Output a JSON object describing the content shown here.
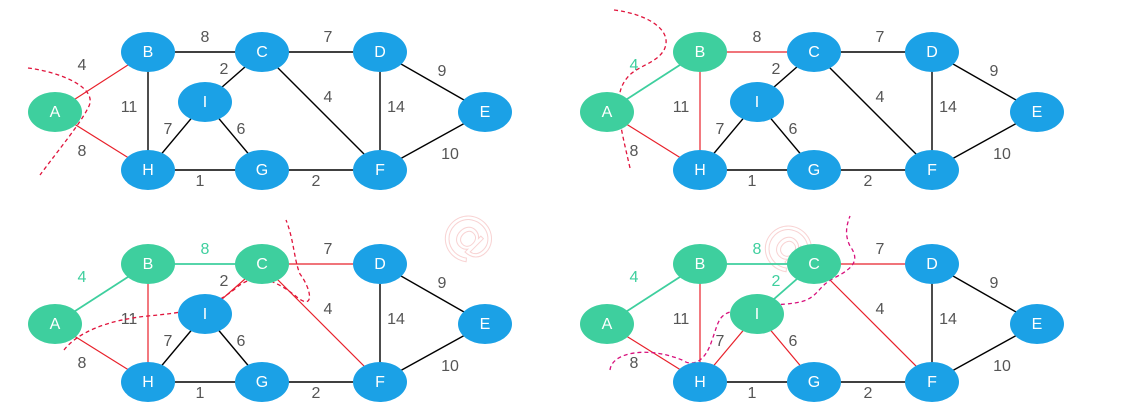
{
  "colors": {
    "blue": "#1ba1e6",
    "green": "#3ecf9e",
    "black": "#000000",
    "red": "#e8202a",
    "tree_green": "#3ecf9e",
    "cut_red": "#e0143c",
    "cut_pink": "#d8107c",
    "label_grey": "#555555"
  },
  "node_labels": {
    "A": "A",
    "B": "B",
    "C": "C",
    "D": "D",
    "E": "E",
    "F": "F",
    "G": "G",
    "H": "H",
    "I": "I"
  },
  "edges": [
    {
      "id": "AB",
      "from": "A",
      "to": "B",
      "weight": "4"
    },
    {
      "id": "AH",
      "from": "A",
      "to": "H",
      "weight": "8"
    },
    {
      "id": "BC",
      "from": "B",
      "to": "C",
      "weight": "8"
    },
    {
      "id": "BH",
      "from": "B",
      "to": "H",
      "weight": "11"
    },
    {
      "id": "CD",
      "from": "C",
      "to": "D",
      "weight": "7"
    },
    {
      "id": "CI",
      "from": "C",
      "to": "I",
      "weight": "2"
    },
    {
      "id": "CF",
      "from": "C",
      "to": "F",
      "weight": "4"
    },
    {
      "id": "DE",
      "from": "D",
      "to": "E",
      "weight": "9"
    },
    {
      "id": "DF",
      "from": "D",
      "to": "F",
      "weight": "14"
    },
    {
      "id": "EF",
      "from": "E",
      "to": "F",
      "weight": "10"
    },
    {
      "id": "FG",
      "from": "F",
      "to": "G",
      "weight": "2"
    },
    {
      "id": "GH",
      "from": "G",
      "to": "H",
      "weight": "1"
    },
    {
      "id": "GI",
      "from": "G",
      "to": "I",
      "weight": "6"
    },
    {
      "id": "HI",
      "from": "H",
      "to": "I",
      "weight": "7"
    }
  ],
  "panels": [
    {
      "id": "step-1",
      "green_nodes": [
        "A"
      ],
      "tree_edges": [],
      "cut_edges": [
        "AB",
        "AH"
      ],
      "cut_color": "cut_red"
    },
    {
      "id": "step-2",
      "green_nodes": [
        "A",
        "B"
      ],
      "tree_edges": [
        "AB"
      ],
      "cut_edges": [
        "AH",
        "BC",
        "BH"
      ],
      "cut_color": "cut_red"
    },
    {
      "id": "step-3",
      "green_nodes": [
        "A",
        "B",
        "C"
      ],
      "tree_edges": [
        "AB",
        "BC"
      ],
      "cut_edges": [
        "AH",
        "BH",
        "CD",
        "CI",
        "CF"
      ],
      "cut_color": "cut_red"
    },
    {
      "id": "step-4",
      "green_nodes": [
        "A",
        "B",
        "C",
        "I"
      ],
      "tree_edges": [
        "AB",
        "BC",
        "CI"
      ],
      "cut_edges": [
        "AH",
        "BH",
        "CD",
        "CF",
        "HI",
        "GI"
      ],
      "cut_color": "cut_pink"
    }
  ],
  "watermark": "@"
}
